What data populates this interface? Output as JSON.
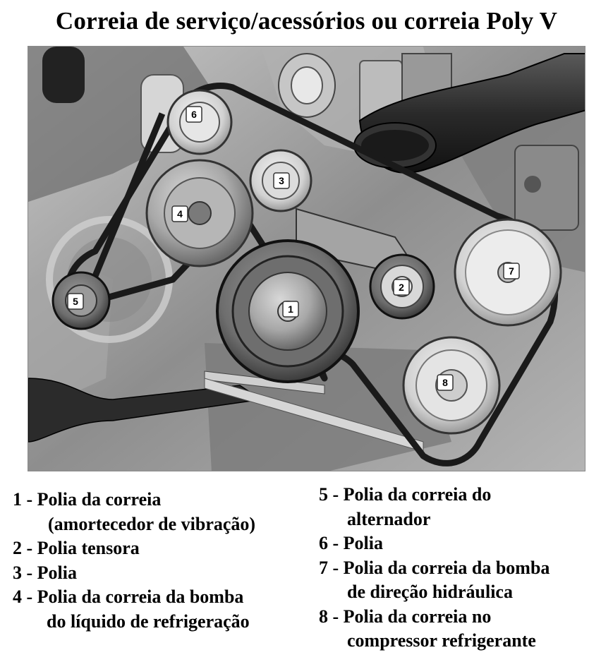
{
  "title": "Correia de serviço/acessórios ou correia Poly V",
  "figure": {
    "badges": [
      "6",
      "3",
      "4",
      "5",
      "1",
      "2",
      "7",
      "8"
    ]
  },
  "legend": {
    "left": [
      {
        "line": "1 - Polia da correia",
        "sub": "(amortecedor de vibração)"
      },
      {
        "line": "2 - Polia tensora"
      },
      {
        "line": "3 - Polia"
      },
      {
        "line": "4 - Polia da correia da bomba",
        "sub": "do líquido de refrigeração"
      }
    ],
    "right": [
      {
        "line": "5 - Polia da correia do",
        "sub": "alternador"
      },
      {
        "line": "6 - Polia"
      },
      {
        "line": "7 - Polia da correia da bomba",
        "sub": "de direção hidráulica"
      },
      {
        "line": "8 - Polia da correia no",
        "sub": "compressor refrigerante"
      }
    ]
  }
}
